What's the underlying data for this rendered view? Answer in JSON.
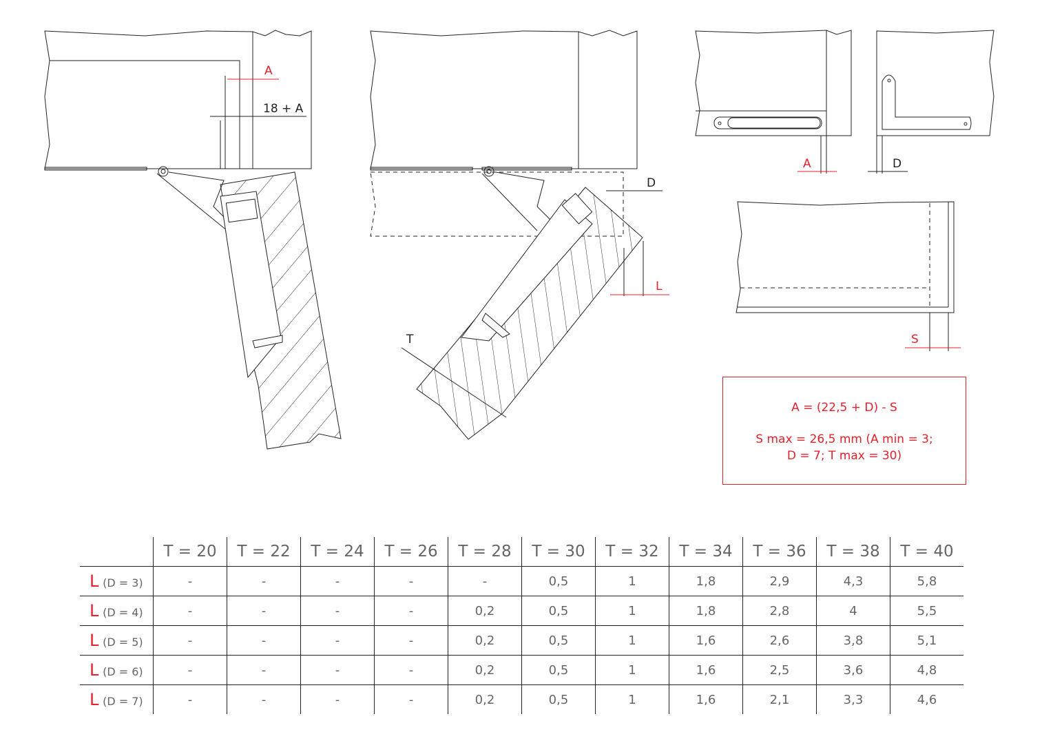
{
  "diagrams": {
    "left": {
      "label_a": "A",
      "label_18a": "18 + A"
    },
    "middle": {
      "label_d": "D",
      "label_l": "L",
      "label_t": "T"
    },
    "top_right": {
      "label_a": "A",
      "label_d": "D"
    },
    "bottom_right": {
      "label_s": "S"
    }
  },
  "formula": {
    "line1": "A = (22,5 + D) - S",
    "line2": "S max = 26,5 mm (A min = 3;",
    "line3": "D = 7; T max = 30)"
  },
  "colors": {
    "accent": "#e8202a",
    "line": "#222222",
    "text": "#666666"
  },
  "table": {
    "headers": [
      "T = 20",
      "T = 22",
      "T = 24",
      "T = 26",
      "T = 28",
      "T = 30",
      "T = 32",
      "T = 34",
      "T = 36",
      "T = 38",
      "T = 40"
    ],
    "rows": [
      {
        "l": "L",
        "d": "(D = 3)",
        "values": [
          "-",
          "-",
          "-",
          "-",
          "-",
          "0,5",
          "1",
          "1,8",
          "2,9",
          "4,3",
          "5,8"
        ]
      },
      {
        "l": "L",
        "d": "(D = 4)",
        "values": [
          "-",
          "-",
          "-",
          "-",
          "0,2",
          "0,5",
          "1",
          "1,8",
          "2,8",
          "4",
          "5,5"
        ]
      },
      {
        "l": "L",
        "d": "(D = 5)",
        "values": [
          "-",
          "-",
          "-",
          "-",
          "0,2",
          "0,5",
          "1",
          "1,6",
          "2,6",
          "3,8",
          "5,1"
        ]
      },
      {
        "l": "L",
        "d": "(D = 6)",
        "values": [
          "-",
          "-",
          "-",
          "-",
          "0,2",
          "0,5",
          "1",
          "1,6",
          "2,5",
          "3,6",
          "4,8"
        ]
      },
      {
        "l": "L",
        "d": "(D = 7)",
        "values": [
          "-",
          "-",
          "-",
          "-",
          "0,2",
          "0,5",
          "1",
          "1,6",
          "2,1",
          "3,3",
          "4,6"
        ]
      }
    ]
  }
}
